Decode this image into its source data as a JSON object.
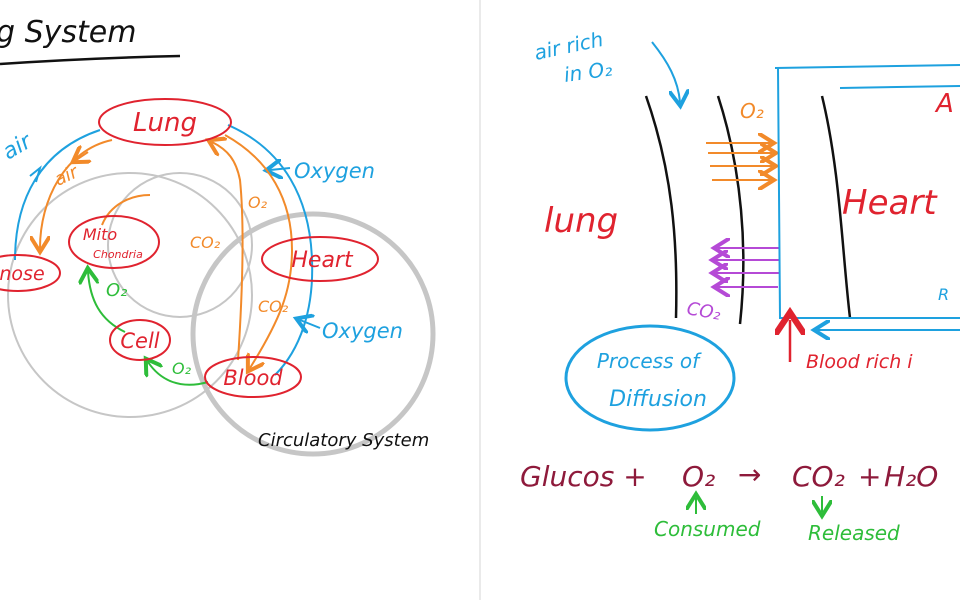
{
  "colors": {
    "red": "#e0232f",
    "blue": "#1ea1df",
    "orange": "#f28a2a",
    "green": "#2ebd3a",
    "purple": "#b54ad6",
    "black": "#111111",
    "grey": "#c6c6c6",
    "maroon": "#8e1a3b",
    "divider": "#e3e3e3"
  },
  "left_panel": {
    "title": "g System",
    "nodes": {
      "lung": "Lung",
      "nose": "nose",
      "mitochondria_line1": "Mito",
      "mitochondria_line2": "Chondria",
      "heart": "Heart",
      "cell": "Cell",
      "blood": "Blood"
    },
    "labels": {
      "air_outer": "air",
      "air_inner": "air",
      "oxygen_top": "Oxygen",
      "oxygen_mid": "Oxygen",
      "o2_orange": "O₂",
      "co2_center": "CO₂",
      "co2_heart": "CO₂",
      "o2_green_left": "O₂",
      "o2_green_bottom": "O₂",
      "circulatory_system": "Circulatory System"
    }
  },
  "right_panel": {
    "labels": {
      "air_rich": "air rich",
      "in_o2": "in O₂",
      "o2": "O₂",
      "co2": "CO₂",
      "lung": "lung",
      "heart": "Heart",
      "a": "A",
      "r": "R",
      "blood_rich": "Blood rich i",
      "process_line1": "Process of",
      "process_line2": "Diffusion"
    },
    "equation": {
      "glucose": "Glucos +",
      "o2": "O₂",
      "arrow": "→",
      "co2": "CO₂",
      "plus": "+",
      "h2o": "H₂O",
      "consumed": "Consumed",
      "released": "Released"
    }
  }
}
